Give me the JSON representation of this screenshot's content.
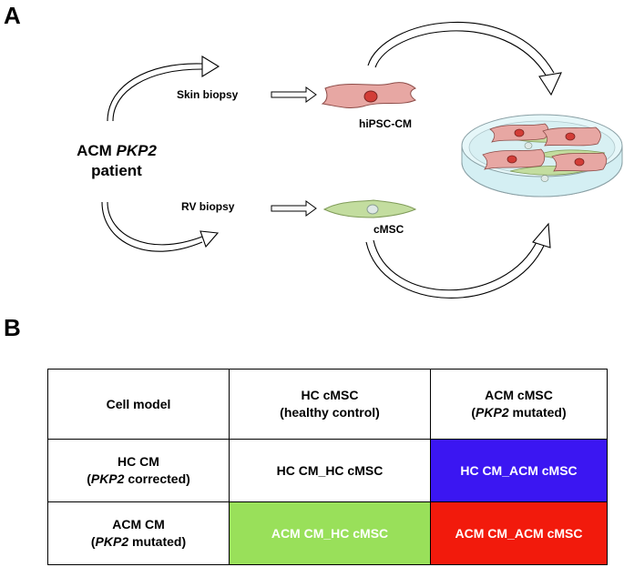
{
  "panel_a": {
    "letter": "A",
    "patient": {
      "line1_prefix": "ACM ",
      "line1_gene": "PKP2",
      "line2": "patient"
    },
    "skin_biopsy": "Skin biopsy",
    "rv_biopsy": "RV biopsy",
    "hipsc_cm": "hiPSC-CM",
    "cmsc": "cMSC"
  },
  "panel_b": {
    "letter": "B",
    "header": {
      "corner": "Cell model",
      "col1_line1": "HC cMSC",
      "col1_line2": "(healthy control)",
      "col2_line1": "ACM cMSC",
      "col2_line2_gene": "PKP2",
      "col2_line2_rest": " mutated)"
    },
    "rows": [
      {
        "line1": "HC CM",
        "gene": "PKP2",
        "rest": " corrected)",
        "cells": [
          "HC CM_HC cMSC",
          "HC CM_ACM cMSC"
        ]
      },
      {
        "line1": "ACM CM",
        "gene": "PKP2",
        "rest": " mutated)",
        "cells": [
          "ACM CM_HC cMSC",
          "ACM CM_ACM cMSC"
        ]
      }
    ],
    "colors": {
      "blue": "#3b16f2",
      "green": "#99e05a",
      "red": "#f21a0c"
    }
  }
}
